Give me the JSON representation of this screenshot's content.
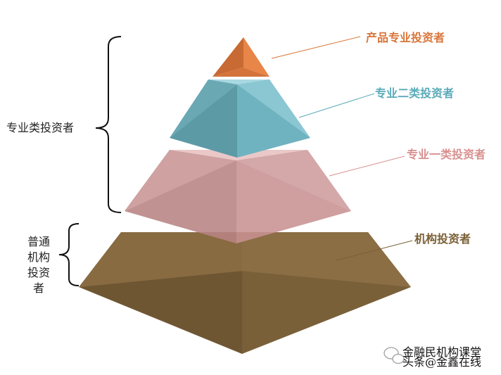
{
  "diagram": {
    "tiers": [
      {
        "label": "产品专业投资者",
        "color": "#e07a3c"
      },
      {
        "label": "专业二类投资者",
        "color": "#6fb3c0"
      },
      {
        "label": "专业一类投资者",
        "color": "#d39a9a"
      },
      {
        "label": "机构投资者",
        "color": "#7a6039"
      }
    ],
    "groups": {
      "professional": "专业类投资者",
      "general": "普通机构投资者"
    },
    "watermark": {
      "line1": "金融民机构课堂",
      "line2": "头条@金鑫在线"
    }
  }
}
